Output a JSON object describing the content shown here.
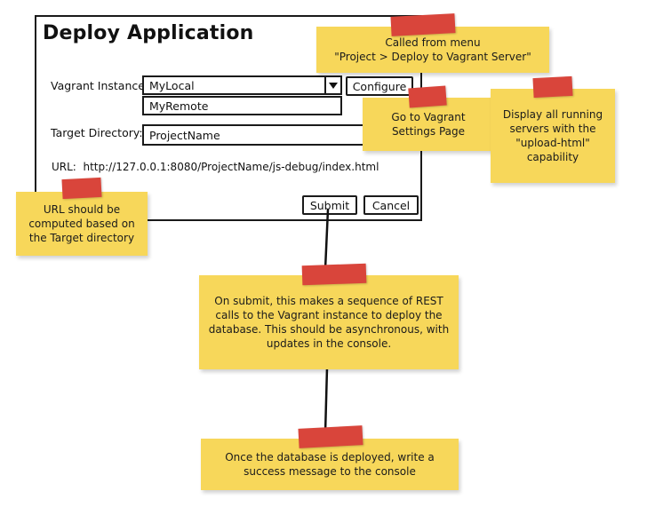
{
  "dialog": {
    "title": "Deploy Application",
    "vagrant_instance_label": "Vagrant Instance:",
    "instance_selected": "MyLocal",
    "instance_option": "MyRemote",
    "configure_label": "Configure",
    "target_directory_label": "Target Directory:",
    "target_directory_value": "ProjectName",
    "url_label": "URL:",
    "url_value": "http://127.0.0.1:8080/ProjectName/js-debug/index.html",
    "submit_label": "Submit",
    "cancel_label": "Cancel"
  },
  "notes": {
    "menu": "Called from menu\n\"Project > Deploy to Vagrant Server\"",
    "settings": "Go to Vagrant\nSettings Page",
    "servers": "Display all running\nservers with the\n\"upload-html\"\ncapability",
    "url": "URL should be\ncomputed based on\nthe Target directory",
    "submit": "On submit, this makes a sequence of REST\ncalls to the Vagrant instance to deploy the\ndatabase.  This should be asynchronous, with\nupdates in the console.",
    "done": "Once the database is deployed, write a\nsuccess message to the console"
  },
  "colors": {
    "note": "#f7d75a",
    "tape": "#d9453b",
    "line": "#111111"
  }
}
